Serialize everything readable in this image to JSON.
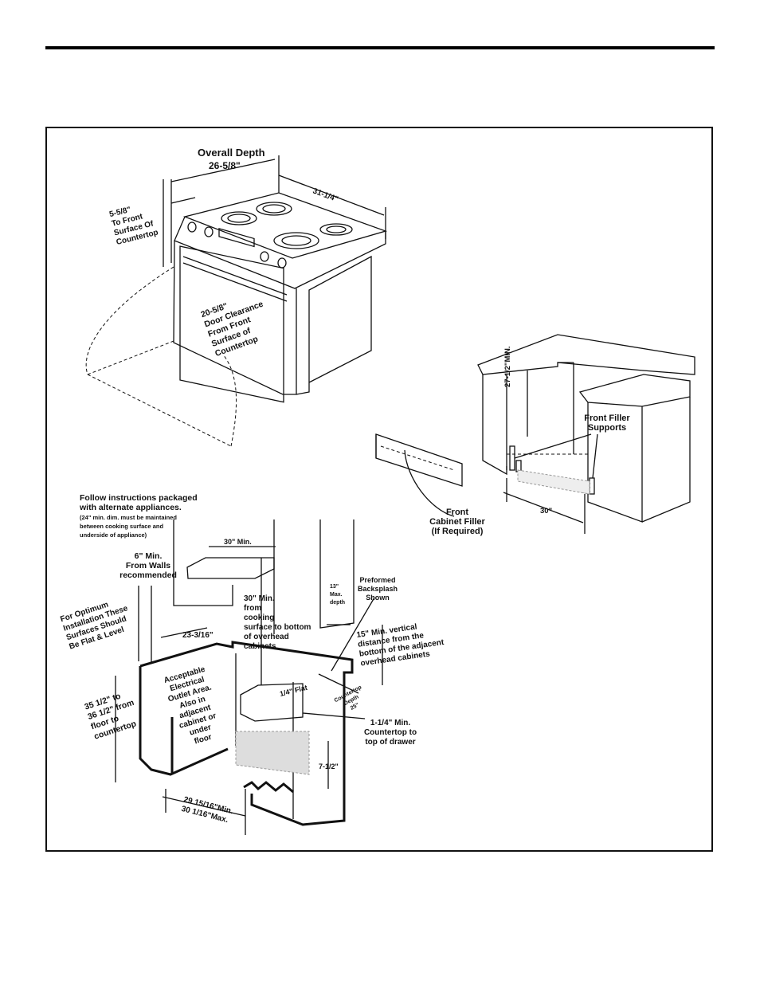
{
  "range": {
    "overall_depth_label": "Overall Depth",
    "overall_depth_value": "26-5/8\"",
    "width": "31-1/4\"",
    "front_surface": [
      "5-5/8\"",
      "To Front",
      "Surface Of",
      "Countertop"
    ],
    "door_clearance": [
      "20-5/8\"",
      "Door Clearance",
      "From Front",
      "Surface of",
      "Countertop"
    ]
  },
  "cabinet": {
    "min_height": "27-1/2\"MIN.",
    "filler_supports": [
      "Front Filler",
      "Supports"
    ],
    "filler": [
      "Front",
      "Cabinet Filler",
      "(If Required)"
    ],
    "width": "30\""
  },
  "install": {
    "alternate": [
      "Follow instructions packaged",
      "with alternate appliances."
    ],
    "alternate_note": [
      "(24\" min. dim. must be maintained",
      "between cooking surface and",
      "underside of appliance)"
    ],
    "walls": [
      "6\" Min.",
      "From Walls",
      "recommended"
    ],
    "optimum": [
      "For Optimum",
      "Installation These",
      "Surfaces Should",
      "Be Flat & Level"
    ],
    "min30": "30\" Min.",
    "width_23": "23-3/16\"",
    "overhead": [
      "30\" Min.",
      "from",
      "cooking",
      "surface to bottom",
      "of overhead",
      "cabinets"
    ],
    "depth13": [
      "13\"",
      "Max.",
      "depth"
    ],
    "backsplash": [
      "Preformed",
      "Backsplash",
      "Shown"
    ],
    "vertical15": [
      "15\" Min. vertical",
      "distance from the",
      "bottom of the adjacent",
      "overhead cabinets"
    ],
    "outlet": [
      "Acceptable",
      "Electrical",
      "Outlet Area.",
      "Also in",
      "adjacent",
      "cabinet or",
      "under",
      "floor"
    ],
    "flat": "1/4\" Flat",
    "countertop_depth": [
      "Countertop",
      "Depth",
      "25\""
    ],
    "drawer": [
      "1-1/4\" Min.",
      "Countertop to",
      "top of drawer"
    ],
    "height": [
      "35 1/2\" to",
      "36 1/2\" from",
      "floor to",
      "countertop"
    ],
    "drawer_h": "7-1/2\"",
    "cutout": [
      "29 15/16\"Min.",
      "30 1/16\"Max."
    ]
  }
}
